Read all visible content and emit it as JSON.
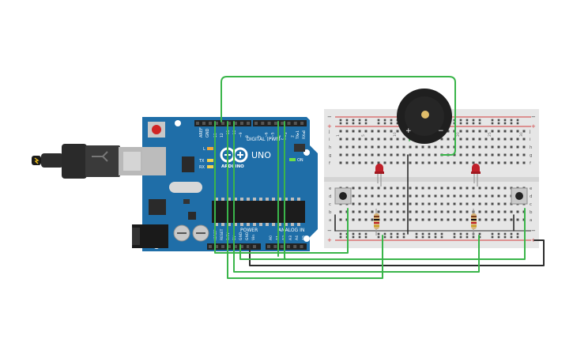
{
  "arduino": {
    "brand": "ARDUINO",
    "model": "UNO",
    "digital_label": "DIGITAL (PWM~)",
    "power_label": "POWER",
    "analog_label": "ANALOG IN",
    "on_label": "ON",
    "led_l": "L",
    "led_tx": "TX",
    "led_rx": "RX",
    "aref": "AREF",
    "gnd": "GND",
    "tx0": "TX▸1",
    "rx0": "RX◂0",
    "power_pins": [
      "IOREF",
      "RESET",
      "3.3V",
      "5V",
      "GND",
      "GND",
      "Vin"
    ],
    "analog_pins": [
      "A0",
      "A1",
      "A2",
      "A3",
      "A4",
      "A5"
    ],
    "digital_pins": [
      "13",
      "12",
      "~11",
      "~10",
      "~9",
      "8",
      "7",
      "~6",
      "~5",
      "4",
      "~3",
      "2"
    ]
  },
  "breadboard": {
    "columns_top": [
      "1",
      "5",
      "10",
      "15",
      "20",
      "25",
      "30"
    ],
    "row_letters_top": [
      "j",
      "i",
      "h",
      "g",
      "f"
    ],
    "row_letters_bottom": [
      "e",
      "d",
      "c",
      "b",
      "a"
    ],
    "plus": "+",
    "minus": "−"
  },
  "buzzer": {
    "plus": "+",
    "minus": "−"
  },
  "colors": {
    "board_blue": "#1f6ea8",
    "wire_green": "#3ab54a",
    "wire_black": "#2b2b2b",
    "breadboard": "#e6e6e6",
    "led_red": "#c0202a",
    "rail_red": "#d23a3a"
  }
}
